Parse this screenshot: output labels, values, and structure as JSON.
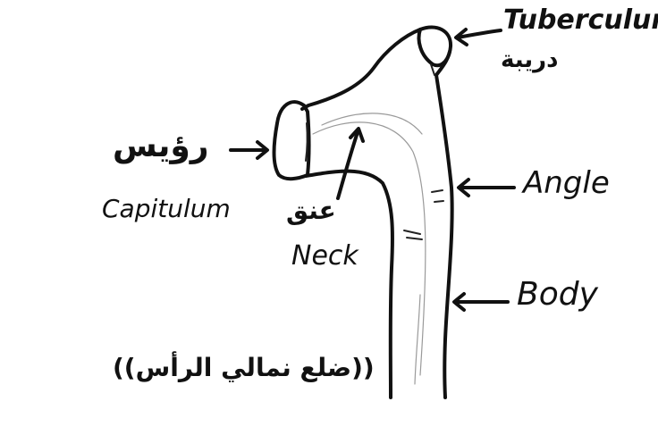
{
  "labels": {
    "tuberculum_en": "Tuberculum",
    "tuberculum_ar": "دريبة",
    "capitulum_ar": "رؤيس",
    "capitulum_en": "Capitulum",
    "neck_ar": "عنق",
    "neck_en": "Neck",
    "angle_en": "Angle",
    "body_en": "Body",
    "caption_ar": "((ضلع نمالي الرأس))"
  },
  "colors": {
    "ink": "#111111",
    "paper": "#ffffff"
  }
}
